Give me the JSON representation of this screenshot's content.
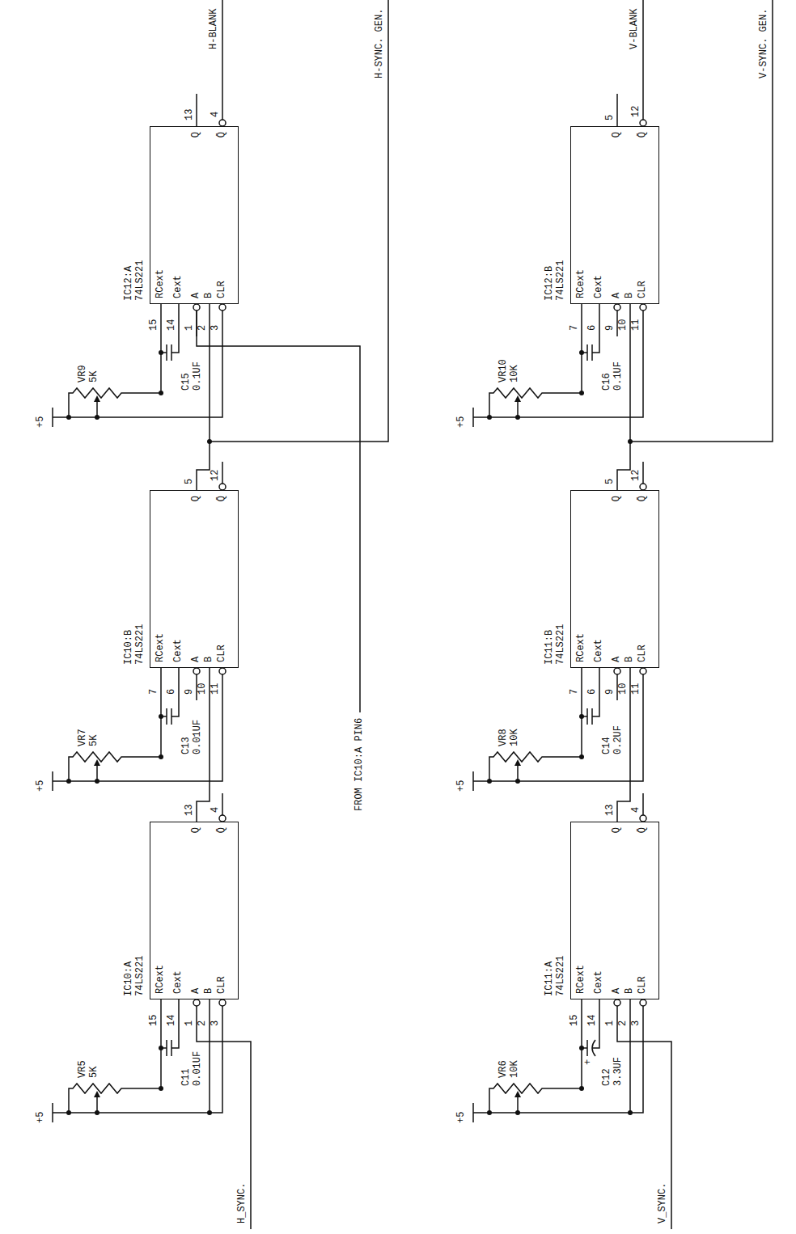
{
  "diagram": {
    "nodes": [
      {
        "text": [
          "IC10:A",
          "74LS221",
          "RCext",
          "Cext",
          "A",
          "B",
          "CLR",
          "Q",
          "Q̄"
        ]
      },
      {
        "text": [
          "IC10:B",
          "74LS221",
          "RCext",
          "Cext",
          "A",
          "B",
          "CLR",
          "Q",
          "Q̄"
        ]
      },
      {
        "text": [
          "IC12:A",
          "74LS221",
          "RCext",
          "Cext",
          "A",
          "B",
          "CLR",
          "Q",
          "Q̄"
        ]
      },
      {
        "text": [
          "IC11:A",
          "74LS221",
          "RCext",
          "Cext",
          "A",
          "B",
          "CLR",
          "Q",
          "Q̄"
        ]
      },
      {
        "text": [
          "IC11:B",
          "74LS221",
          "RCext",
          "Cext",
          "A",
          "B",
          "CLR",
          "Q",
          "Q̄"
        ]
      },
      {
        "text": [
          "IC12:B",
          "74LS221",
          "RCext",
          "Cext",
          "A",
          "B",
          "CLR",
          "Q",
          "Q̄"
        ]
      }
    ],
    "edges": [
      {
        "from": 0,
        "to": 1,
        "arrow": "none"
      },
      {
        "from": 1,
        "to": 2,
        "arrow": "none"
      },
      {
        "from": 3,
        "to": 4,
        "arrow": "none"
      },
      {
        "from": 4,
        "to": 5,
        "arrow": "none"
      }
    ],
    "labels": [
      "+5",
      "VR5",
      "5K",
      "C11",
      "0.01UF",
      "15",
      "14",
      "1",
      "2",
      "3",
      "13",
      "4",
      "+5",
      "VR7",
      "5K",
      "C13",
      "0.01UF",
      "7",
      "6",
      "9",
      "10",
      "11",
      "5",
      "12",
      "+5",
      "VR9",
      "5K",
      "C15",
      "0.1UF",
      "15",
      "14",
      "1",
      "2",
      "3",
      "13",
      "4",
      "+5",
      "VR6",
      "10K",
      "C12",
      "3.3UF",
      "15",
      "14",
      "1",
      "2",
      "3",
      "13",
      "4",
      "+5",
      "VR8",
      "10K",
      "C14",
      "0.2UF",
      "7",
      "6",
      "9",
      "10",
      "11",
      "5",
      "12",
      "+5",
      "VR10",
      "10K",
      "C16",
      "0.1UF",
      "7",
      "6",
      "9",
      "10",
      "11",
      "5",
      "12",
      "H_SYNC.",
      "FROM IC10:A PIN6",
      "H-BLANK",
      "H-SYNC. GEN.",
      "V_SYNC.",
      "V-BLANK",
      "V-SYNC. GEN.",
      "+"
    ]
  }
}
